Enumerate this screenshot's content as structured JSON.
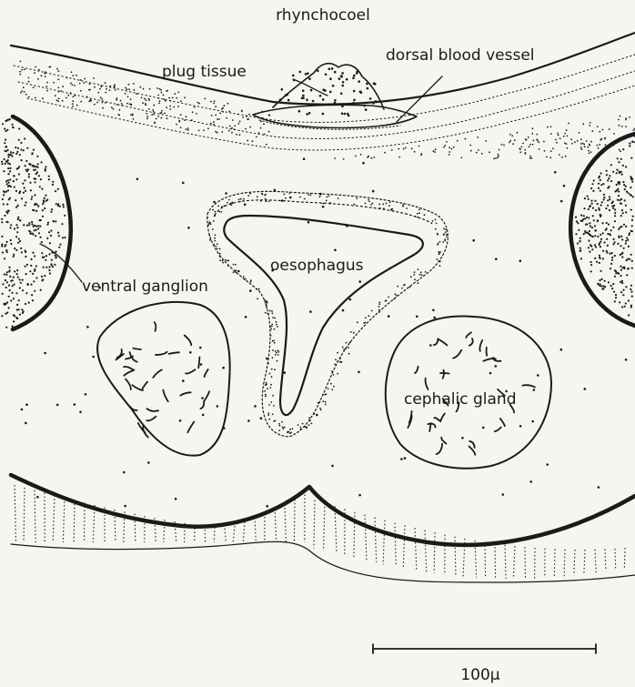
{
  "labels": {
    "rhynchocoel": "rhynchocoel",
    "plug_tissue": "plug tissue",
    "dorsal_blood_vessel": "dorsal blood vessel",
    "oesophagus": "oesophagus",
    "ventral_ganglion": "ventral ganglion",
    "cephalic_gland": "cephalic gland",
    "scale_bar": "100μ"
  },
  "colors": {
    "ink": "#1a1a1a",
    "paper": "#f6f5f1"
  }
}
